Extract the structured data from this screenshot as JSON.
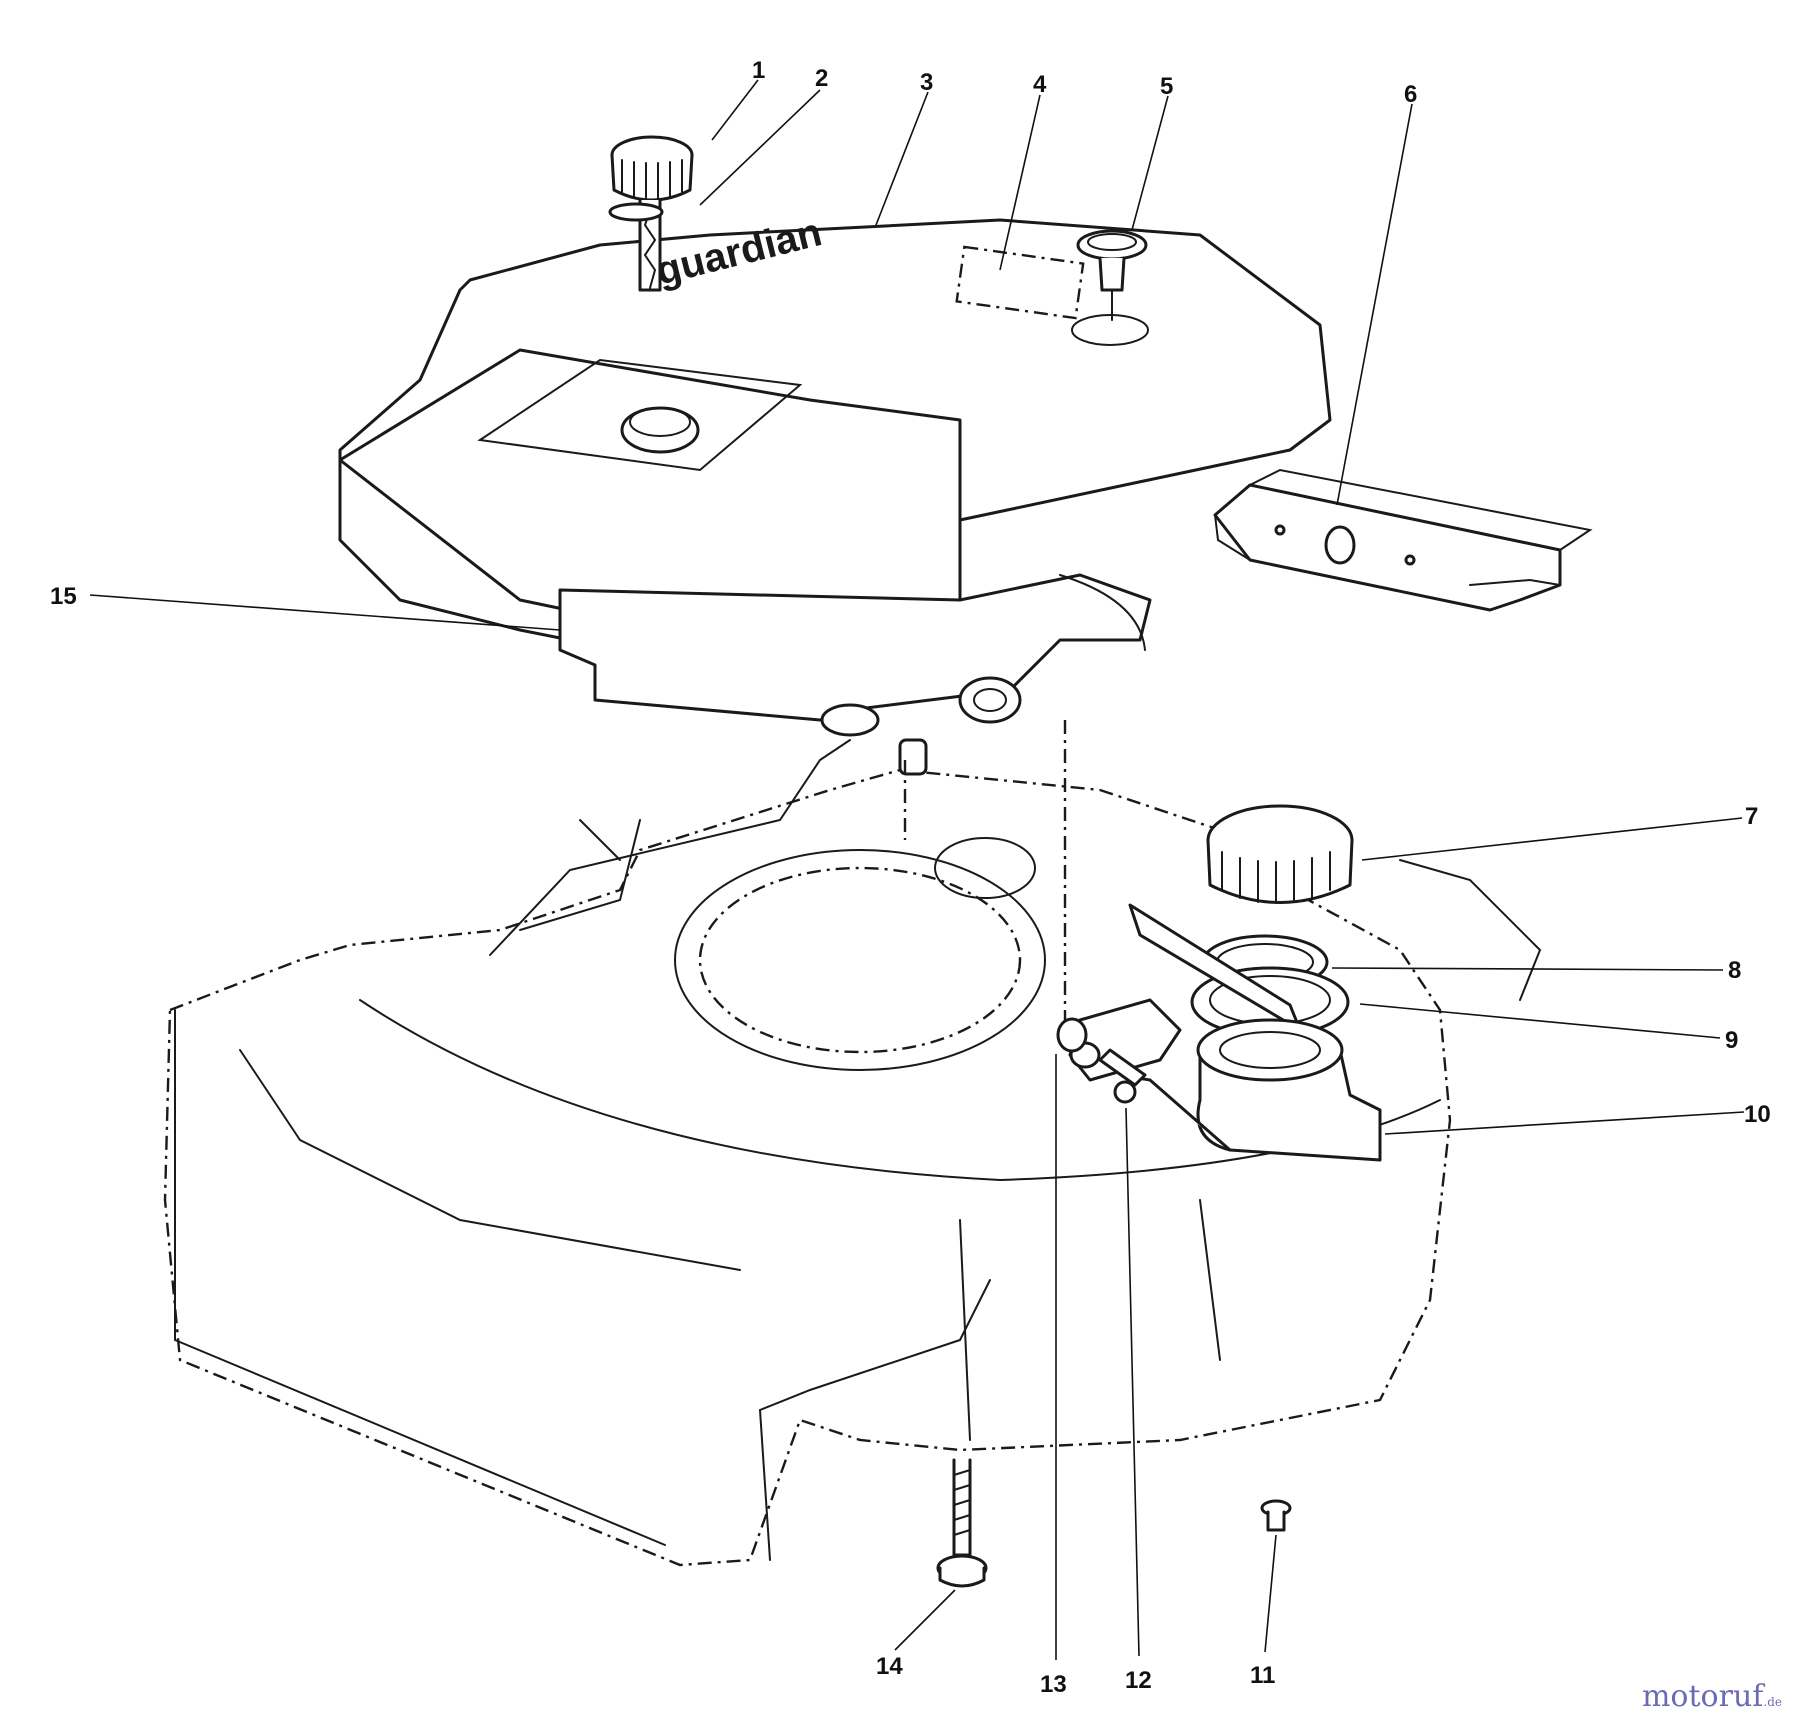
{
  "diagram": {
    "brand_mark": "guardian",
    "callouts": [
      "1",
      "2",
      "3",
      "4",
      "5",
      "6",
      "7",
      "8",
      "9",
      "10",
      "11",
      "12",
      "13",
      "14",
      "15"
    ]
  },
  "watermark": {
    "text": "motoruf",
    "suffix": ".de",
    "color": "#6b6bb5"
  }
}
